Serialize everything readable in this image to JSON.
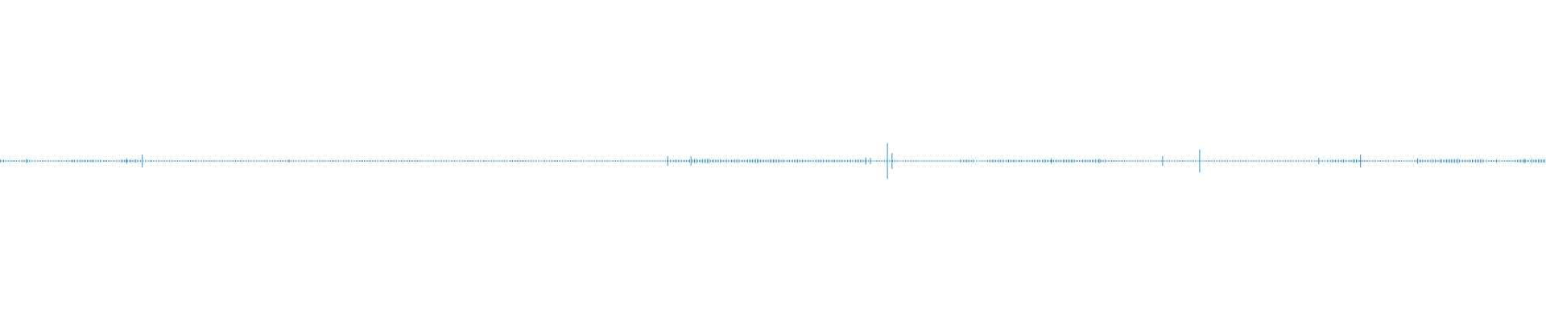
{
  "waveform": {
    "color": "#4aa3df",
    "background": "#ffffff",
    "baseline_amplitude": 0.004,
    "segments": [
      {
        "start": 0.0,
        "end": 0.003,
        "level": 0.01
      },
      {
        "start": 0.014,
        "end": 0.018,
        "level": 0.01
      },
      {
        "start": 0.045,
        "end": 0.07,
        "level": 0.008
      },
      {
        "start": 0.078,
        "end": 0.09,
        "level": 0.009
      },
      {
        "start": 0.43,
        "end": 0.445,
        "level": 0.008
      },
      {
        "start": 0.445,
        "end": 0.47,
        "level": 0.011
      },
      {
        "start": 0.47,
        "end": 0.52,
        "level": 0.01
      },
      {
        "start": 0.52,
        "end": 0.56,
        "level": 0.008
      },
      {
        "start": 0.62,
        "end": 0.68,
        "level": 0.008
      },
      {
        "start": 0.68,
        "end": 0.715,
        "level": 0.009
      },
      {
        "start": 0.86,
        "end": 0.88,
        "level": 0.009
      },
      {
        "start": 0.915,
        "end": 0.96,
        "level": 0.01
      },
      {
        "start": 0.98,
        "end": 1.0,
        "level": 0.011
      }
    ],
    "gaps": [
      {
        "start": 0.405,
        "end": 0.433
      },
      {
        "start": 0.592,
        "end": 0.62
      },
      {
        "start": 0.63,
        "end": 0.638
      }
    ],
    "spikes": [
      {
        "at": 0.017,
        "level": 0.012
      },
      {
        "at": 0.082,
        "level": 0.014
      },
      {
        "at": 0.092,
        "level": 0.04
      },
      {
        "at": 0.187,
        "level": 0.01
      },
      {
        "at": 0.432,
        "level": 0.03
      },
      {
        "at": 0.447,
        "level": 0.028
      },
      {
        "at": 0.49,
        "level": 0.014
      },
      {
        "at": 0.56,
        "level": 0.022
      },
      {
        "at": 0.563,
        "level": 0.02
      },
      {
        "at": 0.574,
        "level": 0.11
      },
      {
        "at": 0.577,
        "level": 0.05
      },
      {
        "at": 0.68,
        "level": 0.016
      },
      {
        "at": 0.711,
        "level": 0.014
      },
      {
        "at": 0.752,
        "level": 0.03
      },
      {
        "at": 0.776,
        "level": 0.07
      },
      {
        "at": 0.853,
        "level": 0.02
      },
      {
        "at": 0.88,
        "level": 0.04
      },
      {
        "at": 0.917,
        "level": 0.016
      },
      {
        "at": 0.943,
        "level": 0.014
      },
      {
        "at": 0.968,
        "level": 0.012
      },
      {
        "at": 0.986,
        "level": 0.014
      }
    ]
  }
}
